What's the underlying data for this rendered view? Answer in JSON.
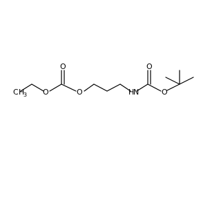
{
  "molecule": {
    "labels": {
      "ethyl_carbon": "C",
      "ethyl_h": "H",
      "ethyl_h_count": "3",
      "carbonate_carbonyl_oxygen": "O",
      "carbonate_ester_oxygen_1": "O",
      "carbonate_ester_oxygen_2": "O",
      "amine_nitrogen": "N",
      "amine_hydrogen": "H",
      "carbamate_carbonyl_oxygen": "O",
      "carbamate_ester_oxygen": "O"
    }
  }
}
